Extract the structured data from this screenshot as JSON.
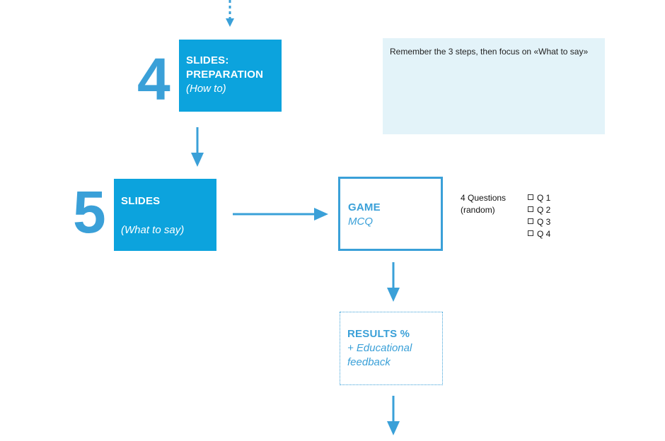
{
  "colors": {
    "accent": "#0ca3dd",
    "accent_line": "#3aa0d8",
    "note_background": "#e3f3f9",
    "text": "#222222"
  },
  "steps": [
    {
      "number": "4",
      "title_line1": "SLIDES:",
      "title_line2": "PREPARATION",
      "subtitle": "(How to)"
    },
    {
      "number": "5",
      "title": "SLIDES",
      "subtitle": "(What to say)"
    }
  ],
  "note": {
    "text": "Remember the 3 steps, then focus on «What to say»"
  },
  "game": {
    "title": "GAME",
    "subtitle": "MCQ"
  },
  "questions": {
    "label_line1": "4 Questions",
    "label_line2": "(random)",
    "items": [
      "Q 1",
      "Q 2",
      "Q 3",
      "Q 4"
    ]
  },
  "results": {
    "title": "RESULTS %",
    "line1": "+ Educational",
    "line2": "feedback"
  }
}
